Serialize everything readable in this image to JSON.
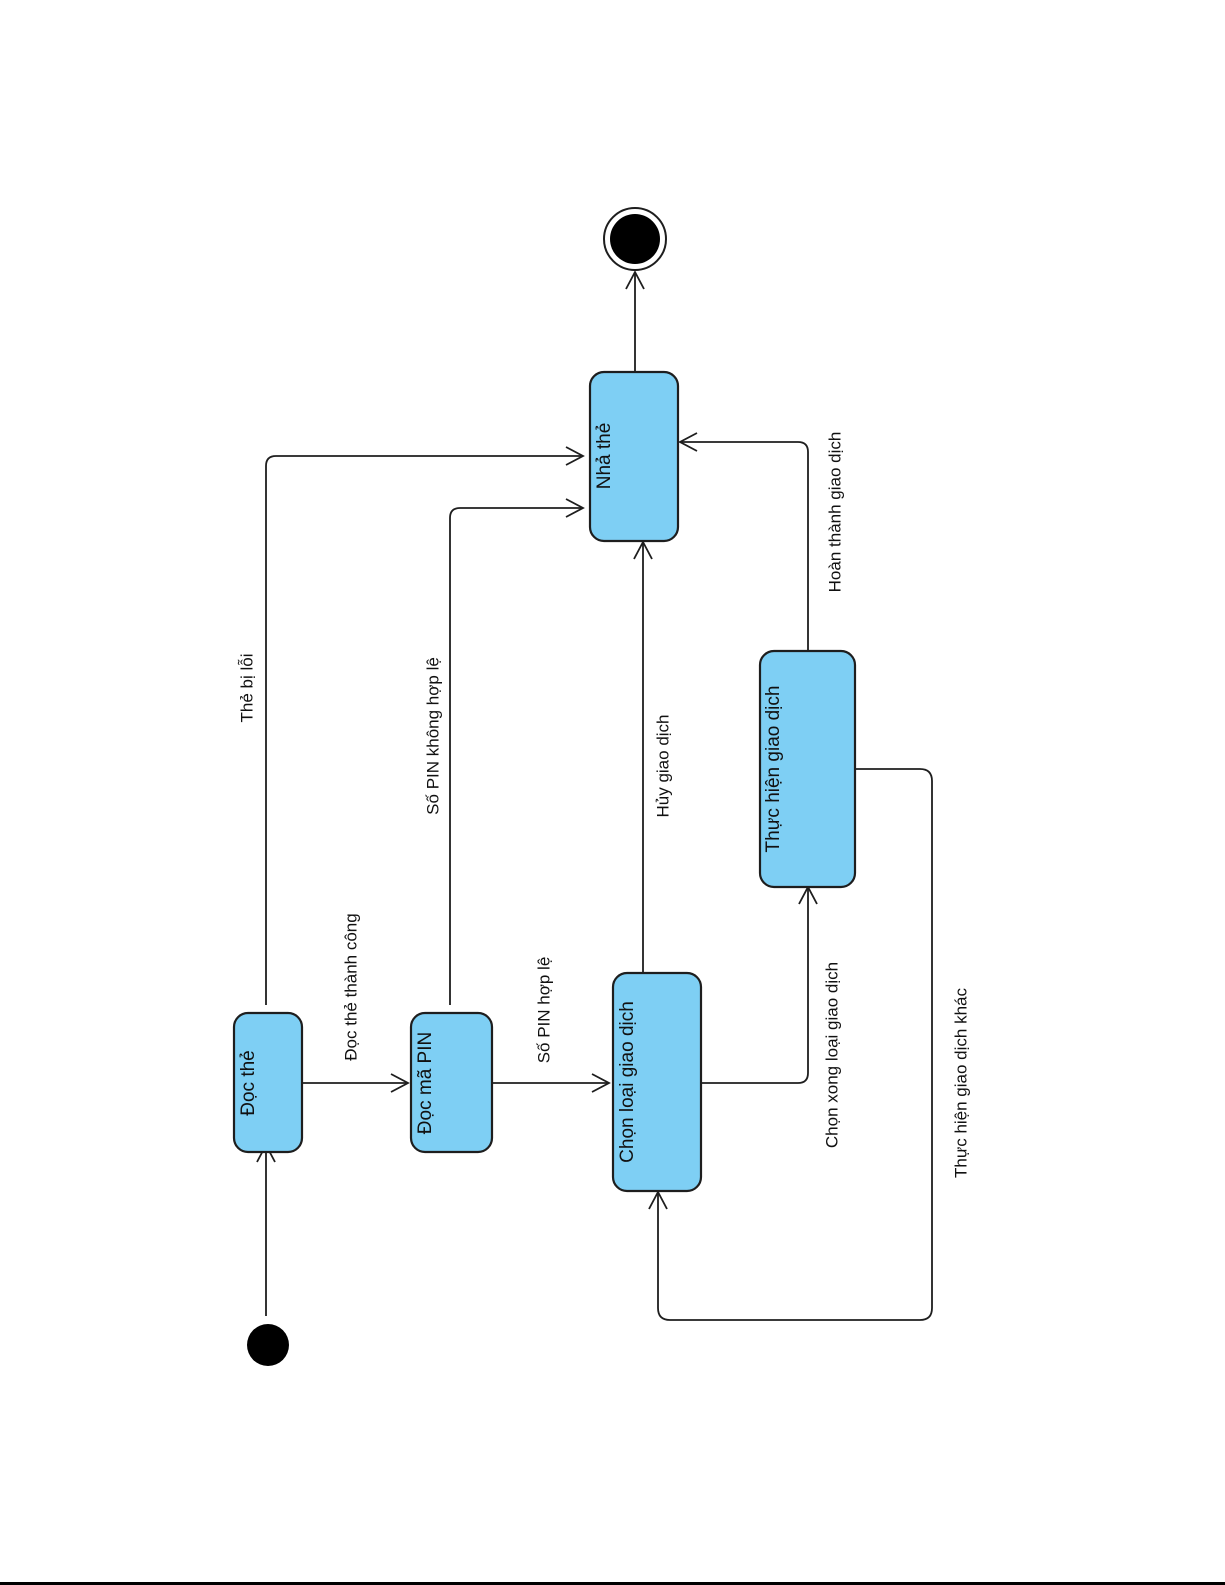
{
  "diagram": {
    "type": "uml-state-machine",
    "colors": {
      "state_fill": "#7ecff4",
      "stroke": "#1e1e1e",
      "text": "#111111",
      "background": "#ffffff"
    },
    "states": {
      "doc_the": "Đọc thẻ",
      "doc_ma_pin": "Đọc mã PIN",
      "chon_loai_giao_dich": "Chọn loại giao dịch",
      "thuc_hien_giao_dich": "Thực hiện giao dịch",
      "nha_the": "Nhả thẻ"
    },
    "transitions": {
      "the_bi_loi": "Thẻ bị lỗi",
      "doc_the_thanh_cong": "Đọc thẻ thành công",
      "so_pin_khong_hop_le": "Số PIN không hợp lệ",
      "so_pin_hop_le": "Số PIN hợp lệ",
      "huy_giao_dich": "Hủy giao dịch",
      "chon_xong_loai_giao_dich": "Chọn xong loại giao dịch",
      "hoan_thanh_giao_dich": "Hoàn thành giao dịch",
      "thuc_hien_giao_dich_khac": "Thực hiện giao dịch khác"
    }
  }
}
